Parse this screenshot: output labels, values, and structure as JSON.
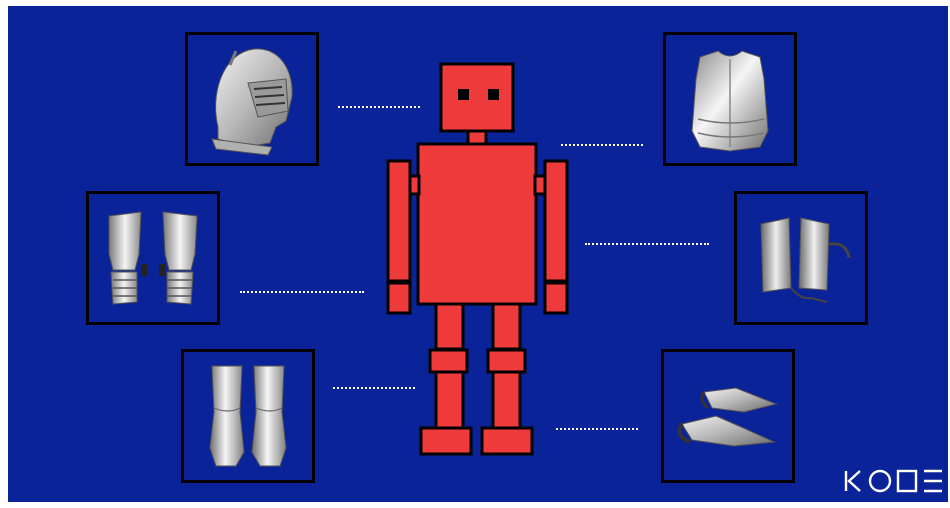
{
  "slide": {
    "background": "#0b2398",
    "robot_color": "#ef3b3b",
    "robot_outline": "#000000",
    "connector_color": "#ffffff",
    "frame_border": "#000000"
  },
  "armor_pieces": [
    {
      "id": "helmet",
      "icon": "knight-helmet-icon",
      "side": "left"
    },
    {
      "id": "gauntlets",
      "icon": "gauntlets-icon",
      "side": "left"
    },
    {
      "id": "greaves",
      "icon": "greaves-icon",
      "side": "left"
    },
    {
      "id": "breastplate",
      "icon": "breastplate-icon",
      "side": "right"
    },
    {
      "id": "vambraces",
      "icon": "vambraces-icon",
      "side": "right"
    },
    {
      "id": "sabatons",
      "icon": "sabatons-icon",
      "side": "right"
    }
  ],
  "logo": {
    "text": "KODE",
    "color": "#ffffff"
  }
}
